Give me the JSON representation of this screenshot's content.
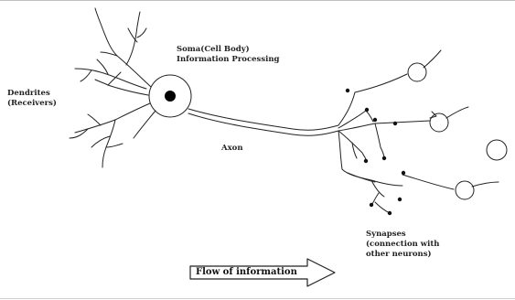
{
  "labels": {
    "soma_line1": "Soma(Cell Body)",
    "soma_line2": "Information Processing",
    "dendrites_line1": "Dendrites",
    "dendrites_line2": "(Receivers)",
    "axon": "Axon",
    "synapses_line1": "Synapses",
    "synapses_line2": "(connection with",
    "synapses_line3": "other neurons)",
    "flow": "Flow of information"
  }
}
